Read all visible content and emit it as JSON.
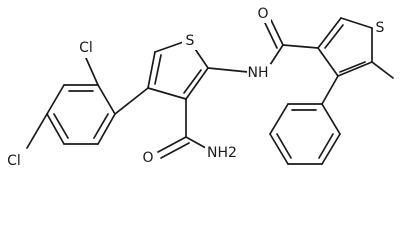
{
  "labels": {
    "s1": "S",
    "s2": "S",
    "cl_top": "Cl",
    "cl_bottom": "Cl",
    "nh": "NH",
    "nh2": "NH2",
    "o1": "O",
    "o2": "O"
  },
  "colors": {
    "bond": "#1a1a1a",
    "text": "#1a1a1a",
    "background": "#ffffff"
  }
}
